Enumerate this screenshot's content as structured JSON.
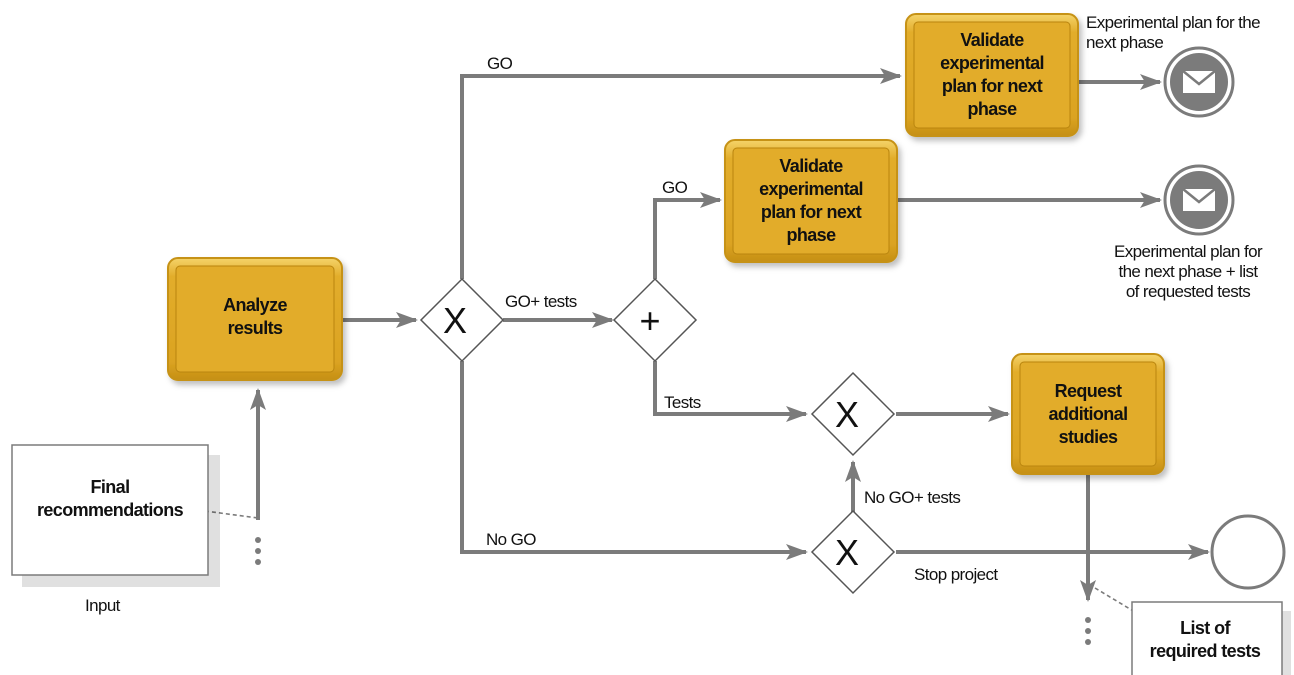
{
  "tasks": {
    "analyze": [
      "Analyze",
      "results"
    ],
    "validate_top": [
      "Validate",
      "experimental",
      "plan for next",
      "phase"
    ],
    "validate_mid": [
      "Validate",
      "experimental",
      "plan for next",
      "phase"
    ],
    "request": [
      "Request",
      "additional",
      "studies"
    ]
  },
  "gateways": {
    "g1": "X",
    "g2": "+",
    "g3": "X",
    "g4": "X"
  },
  "flow_labels": {
    "go_top": "GO",
    "go_mid": "GO",
    "go_tests": "GO+ tests",
    "tests": "Tests",
    "no_go": "No GO",
    "no_go_tests": "No GO+ tests",
    "stop_project": "Stop project"
  },
  "annotations": {
    "top_msg": [
      "Experimental plan for the",
      "next phase"
    ],
    "mid_msg": [
      "Experimental plan for",
      "the next phase +  list",
      "of requested tests"
    ],
    "input": "Input"
  },
  "documents": {
    "final_rec": [
      "Final",
      "recommendations"
    ],
    "list_tests": [
      "List of",
      "required tests"
    ]
  },
  "colors": {
    "task_fill": "#E3AD28",
    "task_border": "#C99415",
    "flow": "#7B7B7B",
    "event_fill": "#7B7B7B"
  }
}
